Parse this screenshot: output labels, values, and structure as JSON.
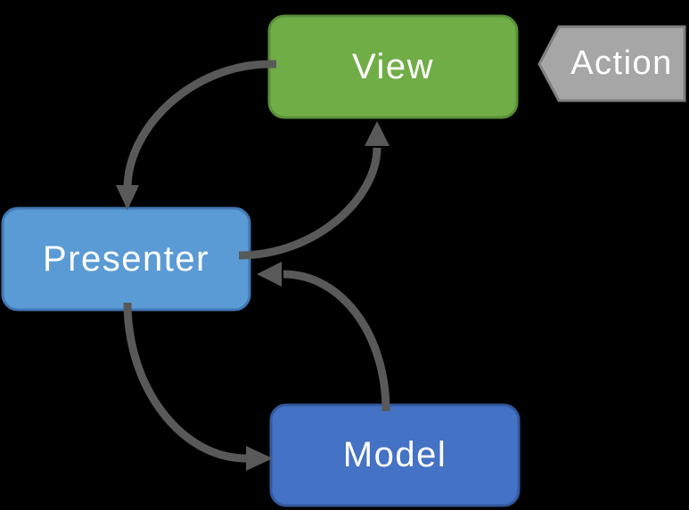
{
  "diagram": {
    "background_color": "#000000",
    "arrow_color": "#595959",
    "nodes": {
      "view": {
        "label": "View",
        "fill": "#70AD47",
        "border_color": "#5A8F39",
        "text_color": "#FFFFFF"
      },
      "presenter": {
        "label": "Presenter",
        "fill": "#5B9BD5",
        "border_color": "#4178B4",
        "text_color": "#FFFFFF"
      },
      "model": {
        "label": "Model",
        "fill": "#4472C4",
        "border_color": "#33599E",
        "text_color": "#FFFFFF"
      },
      "action": {
        "label": "Action",
        "fill": "#A6A6A6",
        "border_color": "#7F7F7F",
        "text_color": "#FFFFFF"
      }
    },
    "edges": [
      {
        "id": "view-to-presenter",
        "from": "View",
        "to": "Presenter"
      },
      {
        "id": "presenter-to-view",
        "from": "Presenter",
        "to": "View"
      },
      {
        "id": "presenter-to-model",
        "from": "Presenter",
        "to": "Model"
      },
      {
        "id": "model-to-presenter",
        "from": "Model",
        "to": "Presenter"
      },
      {
        "id": "action-into-view",
        "from": "Action",
        "to": "View"
      }
    ]
  }
}
